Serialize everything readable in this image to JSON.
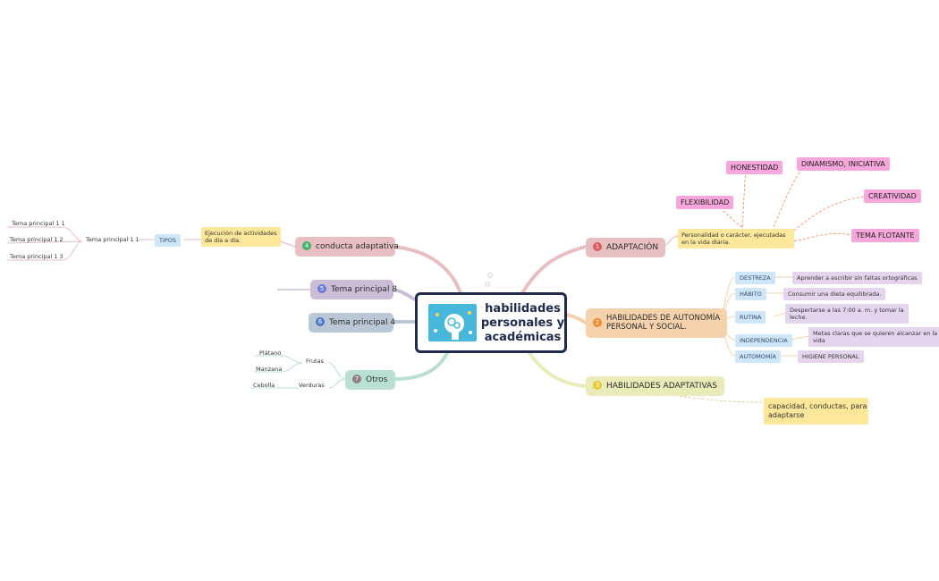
{
  "central": {
    "title": "habilidades personales y académicas",
    "icon": "brain-head-icon"
  },
  "adaptacion": {
    "number": "1",
    "label": "ADAPTACIÓN",
    "color": "#e8bfc0",
    "badge_color": "#e05a5a",
    "description": "Personalidad o carácter, ejecutadas en la vida diaria.",
    "traits": [
      "HONESTIDAD",
      "DINAMISMO, INICIATIVA",
      "FLEXIBILIDAD",
      "CREATIVIDAD",
      "TEMA FLOTANTE"
    ]
  },
  "autonomia": {
    "number": "2",
    "label_line1": "HABILIDADES DE AUTONOMÍA",
    "label_line2": "PERSONAL Y SOCIAL.",
    "color": "#f5d2ac",
    "badge_color": "#f08a2c",
    "items": [
      {
        "tag": "DESTREZA",
        "desc": "Aprender a escribir sin faltas ortográficas"
      },
      {
        "tag": "HÁBITO",
        "desc": "Consumir una dieta equilibrada."
      },
      {
        "tag": "RUTINA",
        "desc_line1": "Despertarse a las 7:00 a. m. y tomar la",
        "desc_line2": "leche."
      },
      {
        "tag": "INDEPENDENCIA",
        "desc_line1": "Metas claras que se quieren alcanzar en la",
        "desc_line2": "vida"
      },
      {
        "tag": "AUTOMOMÍA",
        "desc": "HIGIENE PERSONAL"
      }
    ]
  },
  "adaptativas": {
    "number": "3",
    "label": "HABILIDADES ADAPTATIVAS",
    "color": "#e9ebb8",
    "badge_color": "#e9c834",
    "note_line1": "capacidad, conductas, para",
    "note_line2": "adaptarse"
  },
  "conducta": {
    "number": "4",
    "label": "conducta adaptativa",
    "color": "#e8bfc0",
    "badge_color": "#40b36b",
    "desc_line1": "Ejecución de actividades",
    "desc_line2": "de día a día.",
    "tipos": "TIPOS",
    "tema": "Tema principal 1 1",
    "leaves": [
      "Tema principal 1 1",
      "Tema principal 1 2",
      "Tema principal 1 3"
    ]
  },
  "tema8": {
    "number": "5",
    "label": "Tema principal 8",
    "color": "#cbbdd6",
    "badge_color": "#6a7ad9"
  },
  "tema4": {
    "number": "6",
    "label": "Tema principal 4",
    "color": "#b9c7d6",
    "badge_color": "#4a77c8"
  },
  "otros": {
    "number": "7",
    "label": "Otros",
    "color": "#b9e0d2",
    "badge_color": "#8d7f7f",
    "frutas": "Frutas",
    "verduras": "Verduras",
    "leaves": [
      "Plátano",
      "Manzana",
      "Cebolla"
    ]
  }
}
